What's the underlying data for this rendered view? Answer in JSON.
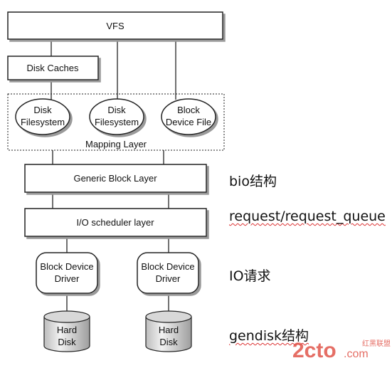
{
  "diagram": {
    "vfs": "VFS",
    "disk_caches": "Disk Caches",
    "disk_filesystem_1": [
      "Disk",
      "Filesystem"
    ],
    "disk_filesystem_2": [
      "Disk",
      "Filesystem"
    ],
    "block_device_file": [
      "Block",
      "Device File"
    ],
    "mapping_layer": "Mapping Layer",
    "generic_block_layer": "Generic Block Layer",
    "io_scheduler_layer": "I/O scheduler layer",
    "block_device_driver_1": [
      "Block Device",
      "Driver"
    ],
    "block_device_driver_2": [
      "Block Device",
      "Driver"
    ],
    "hard_disk_1": [
      "Hard",
      "Disk"
    ],
    "hard_disk_2": [
      "Hard",
      "Disk"
    ]
  },
  "annotations": {
    "bio": "bio结构",
    "request": "request/request_queue",
    "io_request": "IO请求",
    "gendisk": "gendisk结构"
  },
  "watermark": {
    "logo": "2cto",
    "suffix": ".com",
    "tagline": "红黑联盟"
  }
}
